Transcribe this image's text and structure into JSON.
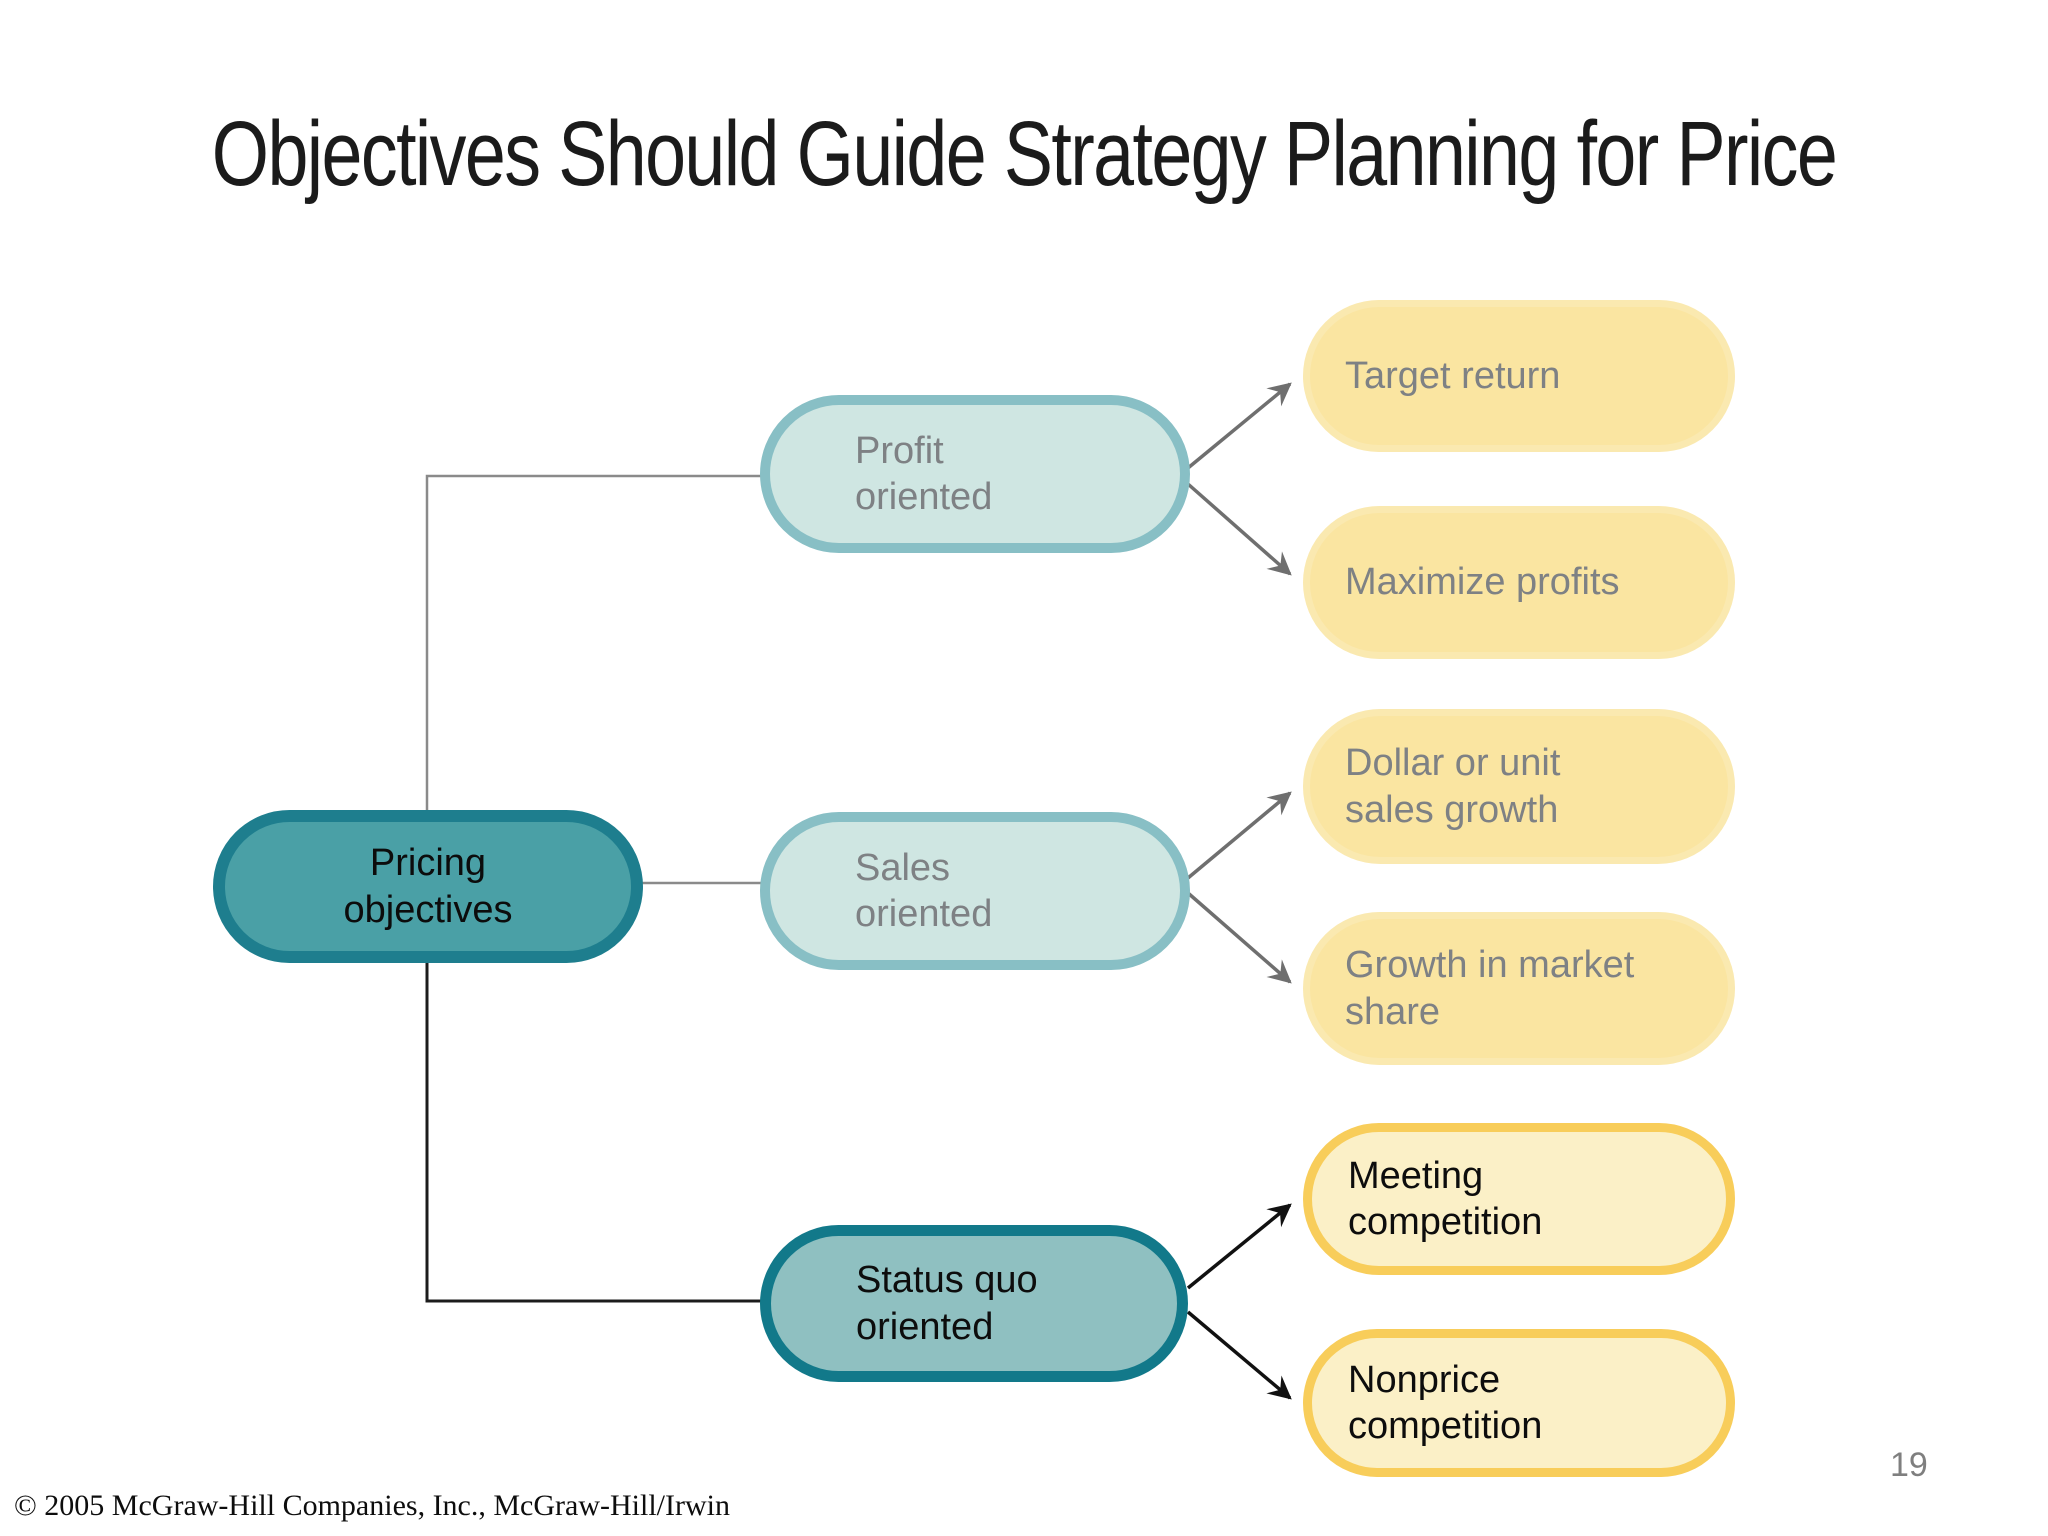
{
  "slide": {
    "title": "Objectives Should Guide Strategy Planning for Price",
    "page_number": "19",
    "copyright": "© 2005 McGraw-Hill Companies, Inc., McGraw-Hill/Irwin"
  },
  "palette": {
    "root_fill": "#4AA0A6",
    "root_border": "#1E7E8E",
    "branch_fill": "#CFE6E2",
    "branch_border": "#88BFC5",
    "statusquo_fill": "#8FC0C1",
    "statusquo_border": "#12798A",
    "leaf_soft_fill": "#FAE5A1",
    "leaf_strong_fill": "#FBF0C7",
    "leaf_strong_border": "#F8CD5A",
    "gray_text": "#7E8184",
    "connector_gray": "#8A8A8A",
    "connector_black": "#1C1C1C"
  },
  "diagram": {
    "root": {
      "label": "Pricing\nobjectives"
    },
    "branches": [
      {
        "label": "Profit\noriented",
        "children": [
          {
            "label": "Target return"
          },
          {
            "label": "Maximize profits"
          }
        ]
      },
      {
        "label": "Sales\noriented",
        "children": [
          {
            "label": "Dollar or unit\nsales growth"
          },
          {
            "label": "Growth in market\nshare"
          }
        ]
      },
      {
        "label": "Status quo\noriented",
        "children": [
          {
            "label": "Meeting\ncompetition"
          },
          {
            "label": "Nonprice\ncompetition"
          }
        ]
      }
    ]
  }
}
